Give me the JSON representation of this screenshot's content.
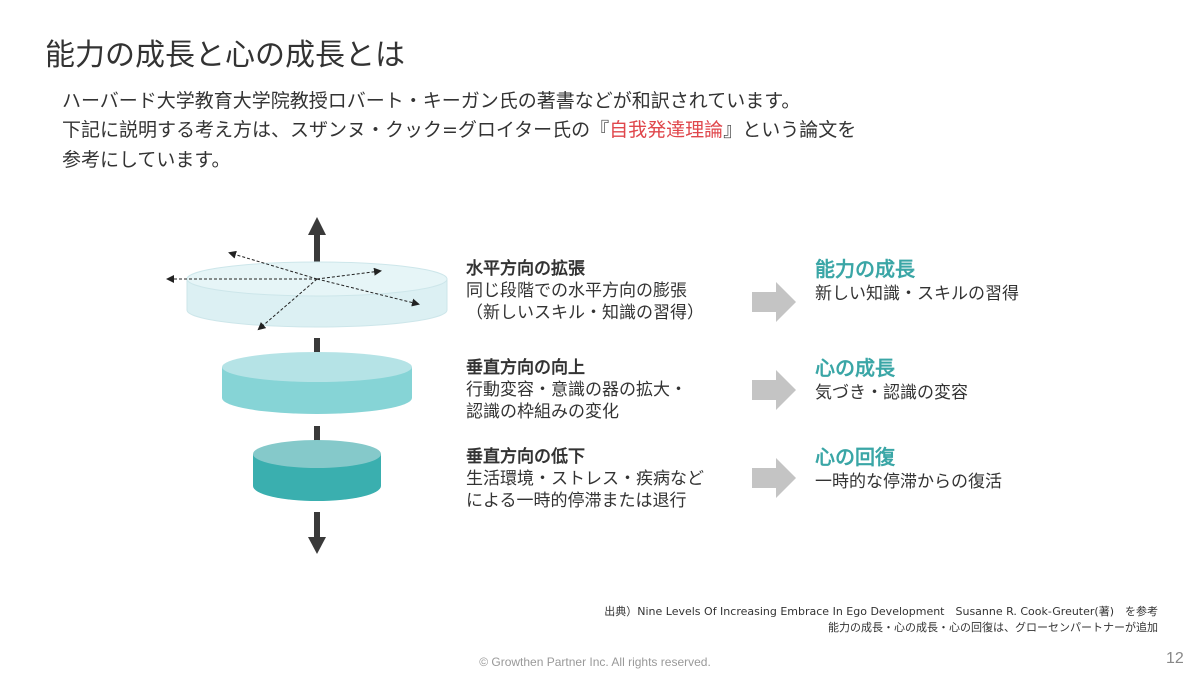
{
  "title": "能力の成長と心の成長とは",
  "intro": {
    "line1": "ハーバード大学教育大学院教授ロバート・キーガン氏の著書などが和訳されています。",
    "line2_pre": "下記に説明する考え方は、スザンヌ・クック=グロイター氏の『",
    "line2_highlight": "自我発達理論",
    "line2_post": "』という論文を",
    "line3": "参考にしています。"
  },
  "rows": [
    {
      "heading": "水平方向の拡張",
      "lines": [
        "同じ段階での水平方向の膨張",
        "（新しいスキル・知識の習得）"
      ],
      "result_title": "能力の成長",
      "result_desc": "新しい知識・スキルの習得"
    },
    {
      "heading": "垂直方向の向上",
      "lines": [
        "行動変容・意識の器の拡大・",
        "認識の枠組みの変化"
      ],
      "result_title": "心の成長",
      "result_desc": "気づき・認識の変容"
    },
    {
      "heading": "垂直方向の低下",
      "lines": [
        "生活環境・ストレス・疾病など",
        "による一時的停滞または退行"
      ],
      "result_title": "心の回復",
      "result_desc": "一時的な停滞からの復活"
    }
  ],
  "footnotes": {
    "source": "出典）Nine Levels Of Increasing Embrace In Ego Development　Susanne R. Cook-Greuter(著)　を参考",
    "note": "能力の成長・心の成長・心の回復は、グローセンパートナーが追加"
  },
  "copyright": "© Growthen Partner Inc. All rights reserved.",
  "page_number": "12",
  "colors": {
    "accent": "#3aa6a6",
    "highlight": "#e0474c",
    "arrow": "#c4c4c4"
  }
}
